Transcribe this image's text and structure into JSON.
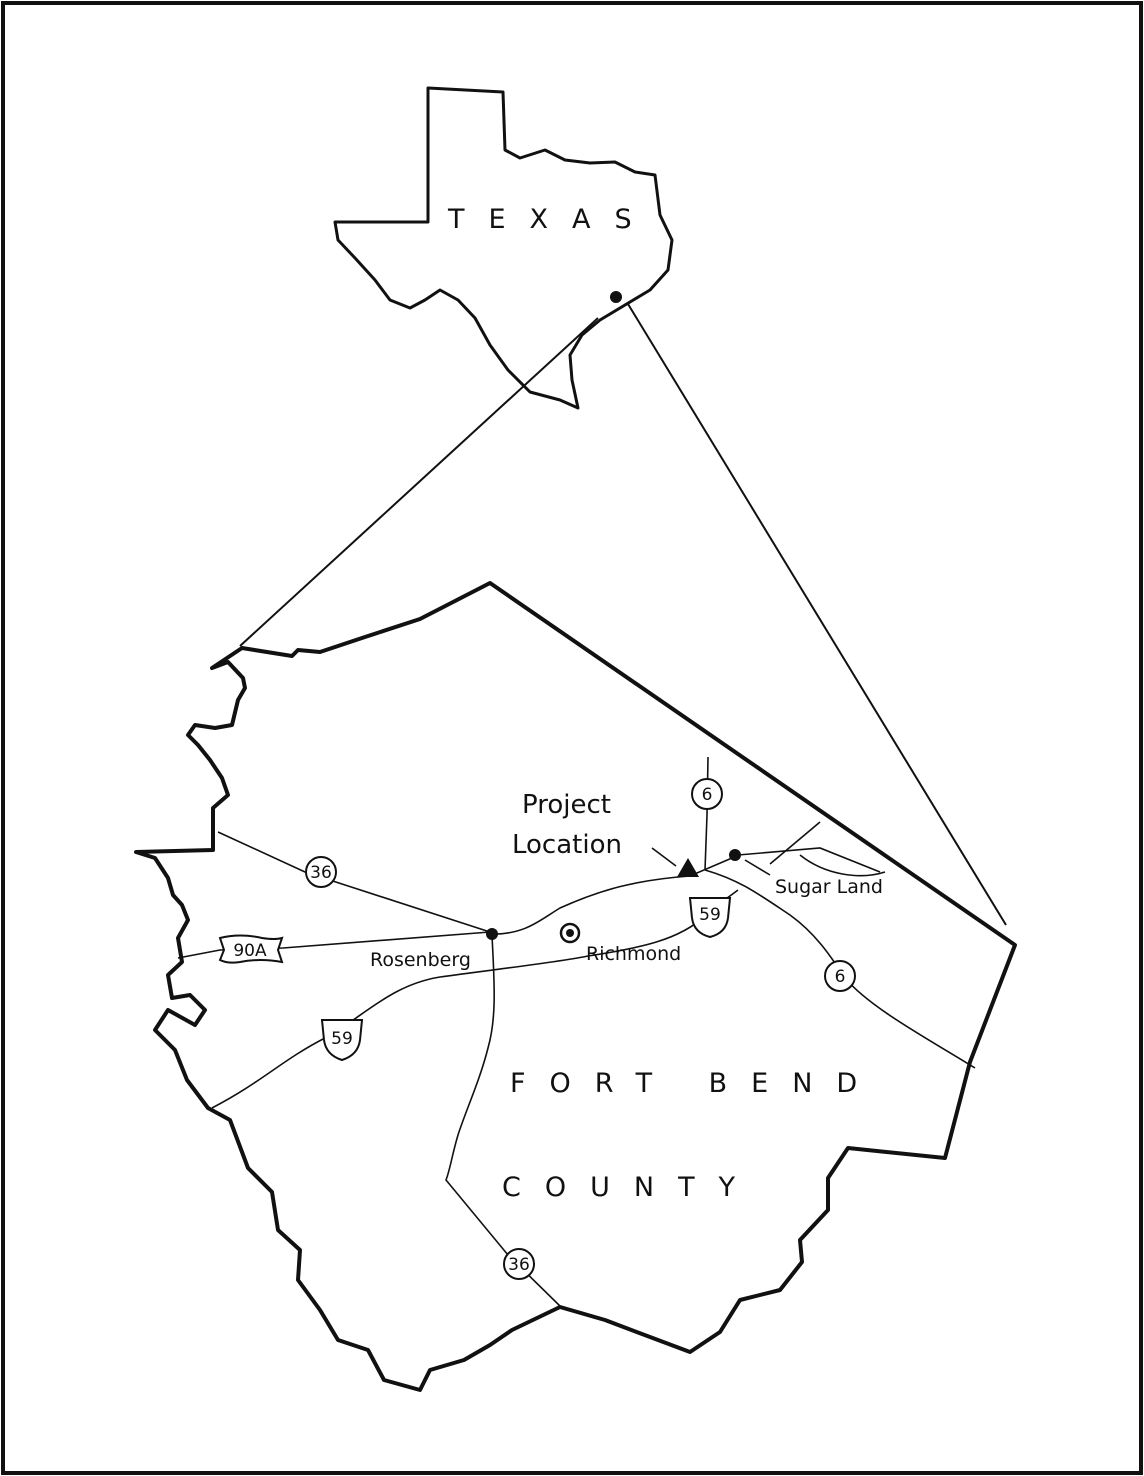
{
  "state": {
    "name": "TEXAS"
  },
  "county": {
    "name_line1": "FORT BEND",
    "name_line2": "COUNTY"
  },
  "project": {
    "line1": "Project",
    "line2": "Location"
  },
  "towns": {
    "rosenberg": "Rosenberg",
    "richmond": "Richmond",
    "sugar_land": "Sugar Land"
  },
  "routes": {
    "sh36_north": "36",
    "sh36_south": "36",
    "us90a": "90A",
    "us59_west": "59",
    "us59_east": "59",
    "sh6_north": "6",
    "sh6_south": "6"
  },
  "colors": {
    "ink": "#111111",
    "paper": "#ffffff"
  }
}
